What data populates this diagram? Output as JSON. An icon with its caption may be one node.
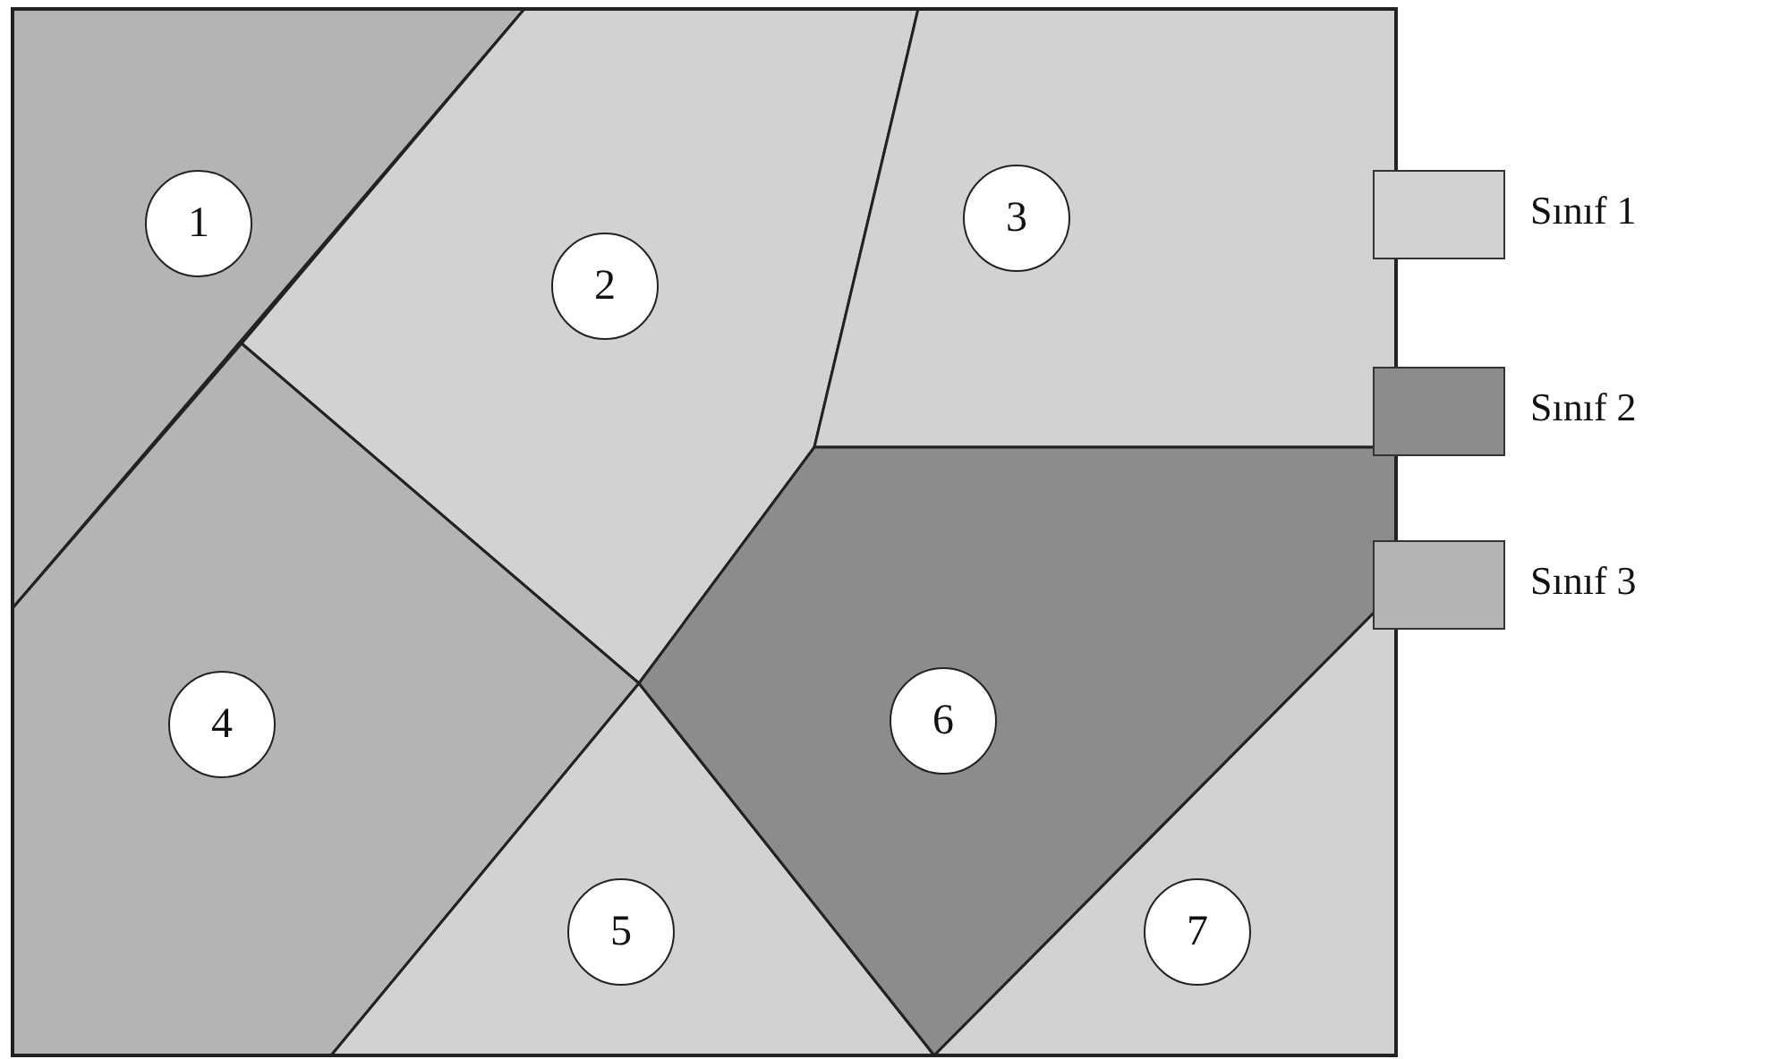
{
  "diagram": {
    "nodes": [
      {
        "text": [
          "1"
        ]
      },
      {
        "text": [
          "2"
        ]
      },
      {
        "text": [
          "3"
        ]
      },
      {
        "text": [
          "4"
        ]
      },
      {
        "text": [
          "5"
        ]
      },
      {
        "text": [
          "6"
        ]
      },
      {
        "text": [
          "7"
        ]
      }
    ],
    "legend": [
      {
        "text": "Sınıf 1",
        "color": "#d2d2d2"
      },
      {
        "text": "Sınıf 2",
        "color": "#8c8c8c"
      },
      {
        "text": "Sınıf 3",
        "color": "#b4b4b4"
      }
    ]
  }
}
